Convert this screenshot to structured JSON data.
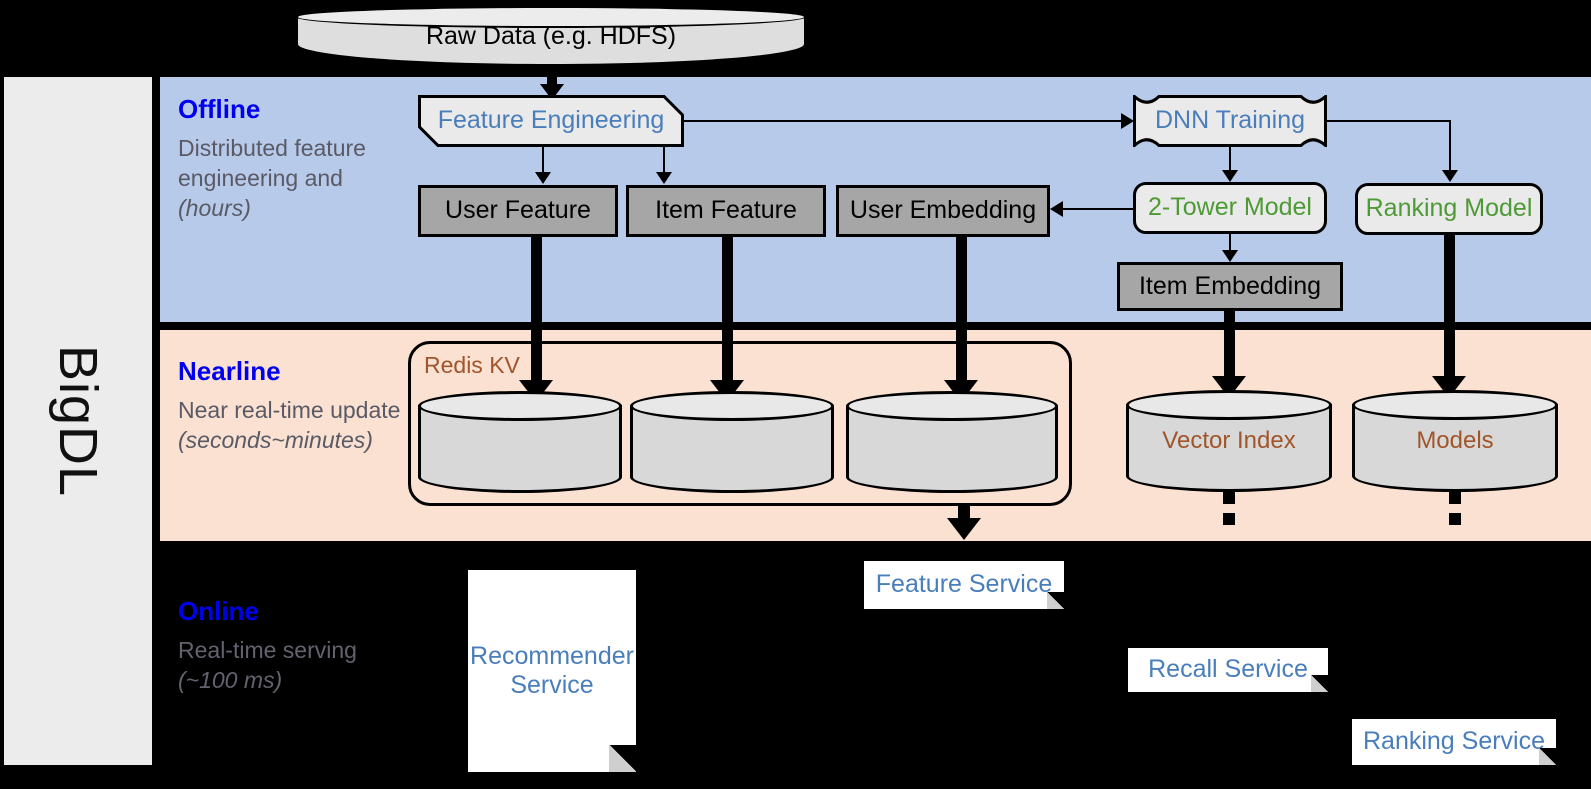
{
  "sidebar": {
    "label": "BigDL"
  },
  "bands": {
    "offline": {
      "title": "Offline",
      "subtitle": "Distributed feature engineering and ",
      "subtitle_em": "(hours)"
    },
    "nearline": {
      "title": "Nearline",
      "subtitle": "Near real-time update ",
      "subtitle_em": "(seconds~minutes)"
    },
    "online": {
      "title": "Online",
      "subtitle": "Real-time serving ",
      "subtitle_em": "(~100 ms)"
    }
  },
  "nodes": {
    "raw_data": "Raw Data (e.g. HDFS)",
    "feature_engineering": "Feature Engineering",
    "dnn_training": "DNN Training",
    "user_feature": "User Feature",
    "item_feature": "Item Feature",
    "user_embedding": "User Embedding",
    "two_tower_model": "2-Tower Model",
    "ranking_model": "Ranking Model",
    "item_embedding": "Item Embedding",
    "redis_kv": "Redis KV",
    "vector_index": "Vector Index",
    "models": "Models",
    "feature_service": "Feature Service",
    "recommender_service": "Recommender Service",
    "recall_service": "Recall Service",
    "ranking_service": "Ranking Service"
  },
  "colors": {
    "offline_band": "#b7caea",
    "nearline_band": "#fae1d2",
    "online_band": "#000000",
    "band_title": "#0000ee",
    "band_subtitle": "#5a5a66",
    "process_text_blue": "#4a7ebb",
    "model_text_green": "#4e9a34",
    "store_text_brown": "#a1552a",
    "gray_box": "#a6a6a6",
    "cylinder": "#d8d8d8",
    "sidebar": "#ececec"
  }
}
